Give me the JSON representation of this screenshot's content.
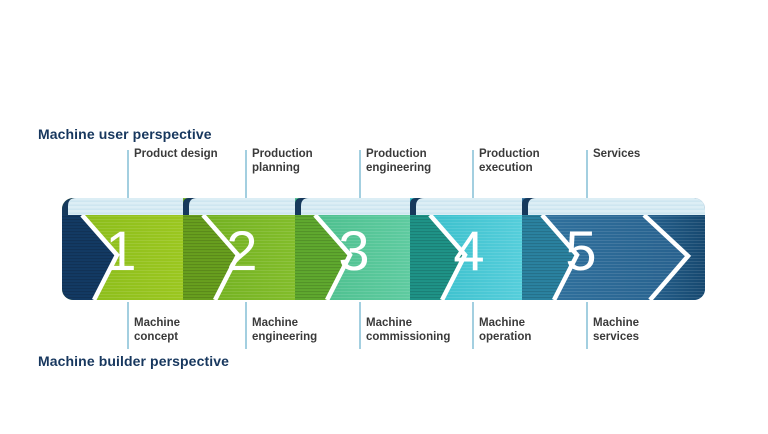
{
  "titles": {
    "top": "Machine user perspective",
    "bottom": "Machine builder perspective"
  },
  "stages": [
    {
      "number": "1",
      "top_label": "Product design",
      "bottom_label": "Machine concept",
      "body_color_left": "#88bb1a",
      "body_color": "#9bc71f",
      "chevron_color": "#133a63"
    },
    {
      "number": "2",
      "top_label": "Production planning",
      "bottom_label": "Machine engineering",
      "body_color_left": "#6fae1f",
      "body_color": "#82bd2a",
      "chevron_color": "#689f1e"
    },
    {
      "number": "3",
      "top_label": "Production engineering",
      "bottom_label": "Machine commissioning",
      "body_color_left": "#49bd8a",
      "body_color": "#5ecba0",
      "chevron_color": "#5fa92e"
    },
    {
      "number": "4",
      "top_label": "Production execution",
      "bottom_label": "Machine operation",
      "body_color_left": "#36bdc9",
      "body_color": "#55cedb",
      "chevron_color": "#1f9387"
    },
    {
      "number": "5",
      "top_label": "Services",
      "bottom_label": "Machine services",
      "body_color_left": "#31739f",
      "body_color": "#275f8c",
      "chevron_color": "#2a82a0"
    }
  ],
  "band": {
    "tail_color_start": "#2c6b9a",
    "tail_color_end": "#16486f",
    "strip_color": "#dceef5",
    "strip_stripe_color": "#c8e2ee",
    "curl_color": "#16395c",
    "outline_color": "#ffffff",
    "number_color": "#ffffff"
  },
  "colors": {
    "title_text": "#17375e",
    "label_text": "#3a3a3a",
    "guide_line": "#a3cfe0",
    "background": "#ffffff"
  }
}
